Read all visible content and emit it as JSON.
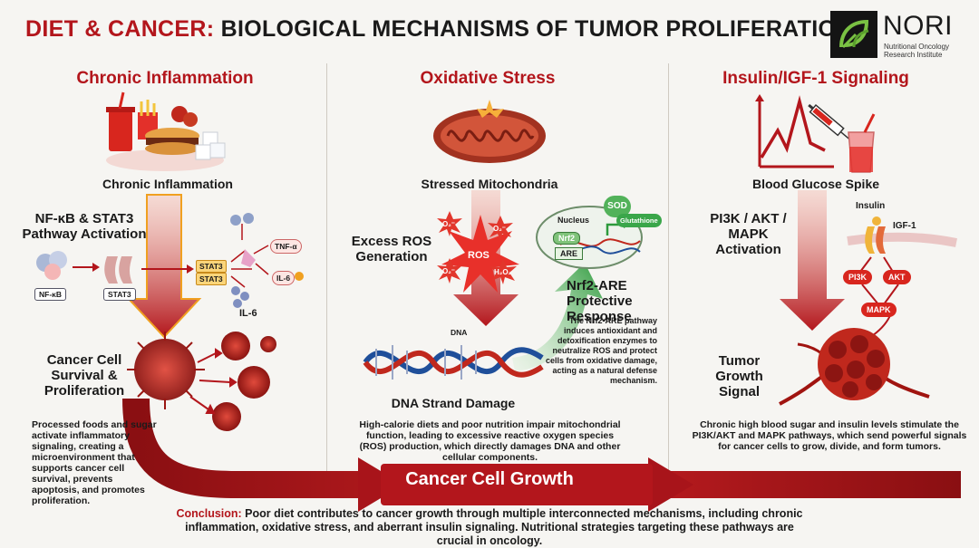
{
  "header": {
    "title_highlight": "DIET & CANCER:",
    "title_rest": " BIOLOGICAL MECHANISMS OF TUMOR PROLIFERATION",
    "logo_name": "NORI",
    "logo_subtitle": "Nutritional Oncology Research Institute"
  },
  "columns": {
    "inflammation": {
      "title": "Chronic Inflammation",
      "image_label": "Chronic Inflammation",
      "pathway_label": "NF-κB & STAT3 Pathway Activation",
      "nfkb": "NF-κB",
      "stat3": "STAT3",
      "stat3_a": "STAT3",
      "stat3_b": "STAT3",
      "tnf": "TNF-α",
      "il6_right": "IL-6",
      "il6_bottom": "IL-6",
      "outcome_label": "Cancer Cell Survival & Proliferation",
      "description": "Processed foods and sugar activate inflammatory signaling, creating a microenvironment that supports cancer cell survival, prevents apoptosis, and promotes proliferation."
    },
    "oxidative": {
      "title": "Oxidative Stress",
      "image_label": "Stressed Mitochondria",
      "ros_label": "Excess ROS Generation",
      "ros_center": "ROS",
      "o2_a": "O₂⁻",
      "o2_b": "O₂⁻",
      "o2_c": "O₂⁻",
      "h2o2": "H₂O₂",
      "dna": "DNA",
      "damage_label": "DNA Strand Damage",
      "nucleus": "Nucleus",
      "nrf2": "Nrf2",
      "are": "ARE",
      "sod": "SOD",
      "glutathione": "Glutathione",
      "nrf2_title": "Nrf2-ARE Protective Response",
      "nrf2_desc": "The Nrf2-ARE pathway induces antioxidant and detoxification enzymes to neutralize ROS and protect cells from oxidative damage, acting as a natural defense mechanism.",
      "description": "High-calorie diets and poor nutrition impair mitochondrial function, leading to excessive reactive oxygen species (ROS) production, which directly damages DNA and other cellular components."
    },
    "insulin": {
      "title": "Insulin/IGF-1 Signaling",
      "image_label": "Blood Glucose Spike",
      "pathway_label": "PI3K / AKT / MAPK Activation",
      "insulin": "Insulin",
      "igf1": "IGF-1",
      "pi3k": "PI3K",
      "akt": "AKT",
      "mapk": "MAPK",
      "outcome_label": "Tumor Growth Signal",
      "description": "Chronic high blood sugar and insulin levels stimulate the PI3K/AKT and MAPK pathways, which send powerful signals for cancer cells to grow, divide, and form tumors."
    }
  },
  "growth_arrow": "Cancer Cell Growth",
  "conclusion": {
    "label": "Conclusion:",
    "text": " Poor diet contributes to cancer growth through multiple interconnected mechanisms, including chronic inflammation, oxidative stress, and aberrant insulin signaling. Nutritional strategies targeting these pathways are crucial in oncology."
  },
  "colors": {
    "accent_red": "#b3161c",
    "dark_red": "#8a0f12",
    "protective_green": "#3aa64a",
    "logo_green": "#7ac143"
  }
}
